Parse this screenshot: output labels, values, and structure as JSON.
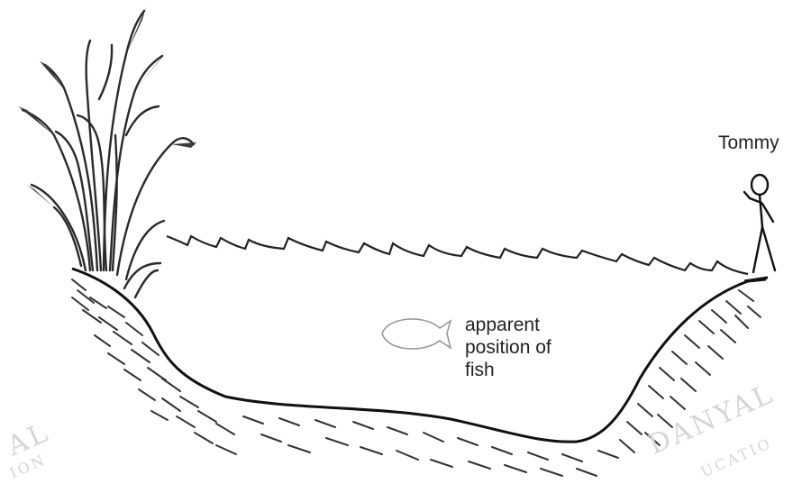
{
  "labels": {
    "person": "Tommy",
    "fish_line1": "apparent",
    "fish_line2": "position of",
    "fish_line3": "fish"
  },
  "watermarks": {
    "left_top": "AL",
    "left_bottom": "ION",
    "right_top": "DANYAL",
    "right_bottom": "UCATIO"
  }
}
